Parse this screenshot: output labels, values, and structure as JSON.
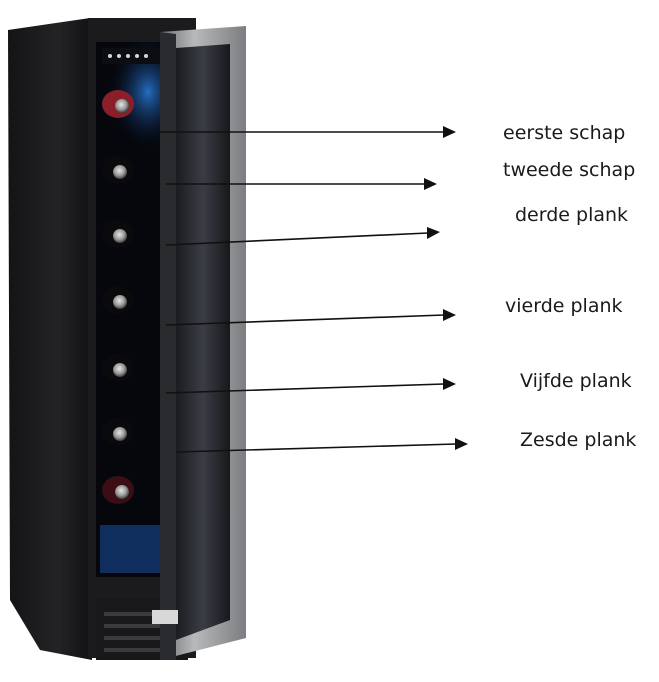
{
  "labels": {
    "shelf_1": "eerste schap",
    "shelf_2": "tweede schap",
    "shelf_3": "derde plank",
    "shelf_4": "vierde plank",
    "shelf_5": "Vijfde plank",
    "shelf_6": "Zesde plank"
  },
  "colors": {
    "cabinet_body": "#1c1c1e",
    "door_frame": "#8e9092",
    "door_glass": "#2a2c30",
    "interior": "#05070c",
    "blue_glow": "#1e6fd0",
    "bottle": "#0a0a0c",
    "wine_red": "#8a1f2a",
    "label_text": "#1a1a1a"
  },
  "icons": {
    "display_panel": "control-panel-icon",
    "arrows": "arrow-right-icon"
  }
}
